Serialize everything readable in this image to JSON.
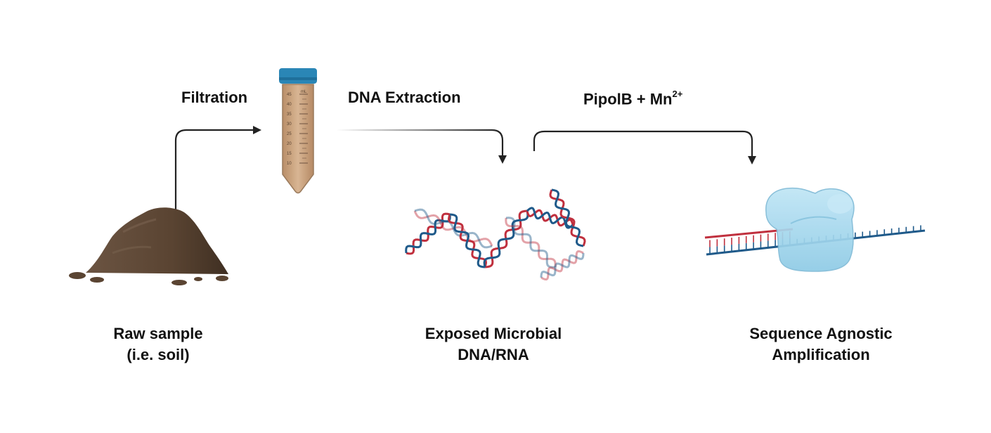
{
  "steps": {
    "filtration": "Filtration",
    "dna_extraction": "DNA Extraction",
    "polymerase": "PipolB + Mn",
    "ion_charge": "2+"
  },
  "captions": {
    "raw_line1": "Raw sample",
    "raw_line2": "(i.e. soil)",
    "exposed_line1": "Exposed Microbial",
    "exposed_line2": "DNA/RNA",
    "amp_line1": "Sequence Agnostic",
    "amp_line2": "Amplification"
  },
  "tube": {
    "unit": "mL",
    "graduations": [
      "45",
      "40",
      "35",
      "30",
      "25",
      "20",
      "15",
      "10"
    ],
    "cap_color": "#2a86b6",
    "liquid_color": "#c9a27e"
  },
  "colors": {
    "soil": "#5a4432",
    "dna_red": "#c0303e",
    "dna_blue": "#1f5a8a",
    "enzyme": "#a8d8ee",
    "arrow": "#222222"
  }
}
